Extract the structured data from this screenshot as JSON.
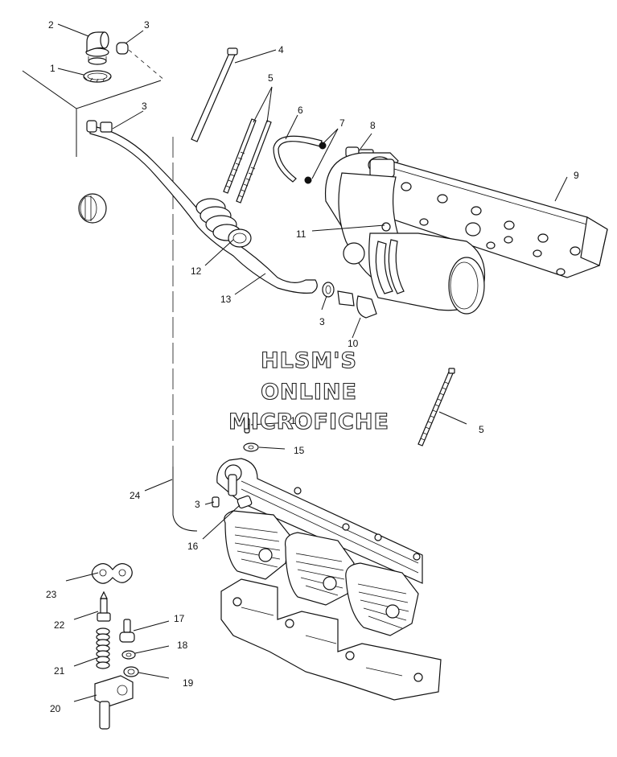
{
  "watermark": {
    "line1": "HLSM'S",
    "line2": "ONLINE",
    "line3": "MICROFICHE"
  },
  "callouts": [
    {
      "id": "c2",
      "label": "2"
    },
    {
      "id": "c3a",
      "label": "3"
    },
    {
      "id": "c1",
      "label": "1"
    },
    {
      "id": "c4",
      "label": "4"
    },
    {
      "id": "c5a",
      "label": "5"
    },
    {
      "id": "c3b",
      "label": "3"
    },
    {
      "id": "c6",
      "label": "6"
    },
    {
      "id": "c7",
      "label": "7"
    },
    {
      "id": "c8",
      "label": "8"
    },
    {
      "id": "c9",
      "label": "9"
    },
    {
      "id": "c11",
      "label": "11"
    },
    {
      "id": "c12",
      "label": "12"
    },
    {
      "id": "c13",
      "label": "13"
    },
    {
      "id": "c3c",
      "label": "3"
    },
    {
      "id": "c10",
      "label": "10"
    },
    {
      "id": "c5b",
      "label": "5"
    },
    {
      "id": "c14",
      "label": "14"
    },
    {
      "id": "c15",
      "label": "15"
    },
    {
      "id": "c24",
      "label": "24"
    },
    {
      "id": "c3d",
      "label": "3"
    },
    {
      "id": "c16",
      "label": "16"
    },
    {
      "id": "c23",
      "label": "23"
    },
    {
      "id": "c22",
      "label": "22"
    },
    {
      "id": "c17",
      "label": "17"
    },
    {
      "id": "c18",
      "label": "18"
    },
    {
      "id": "c21",
      "label": "21"
    },
    {
      "id": "c19",
      "label": "19"
    },
    {
      "id": "c20",
      "label": "20"
    }
  ]
}
